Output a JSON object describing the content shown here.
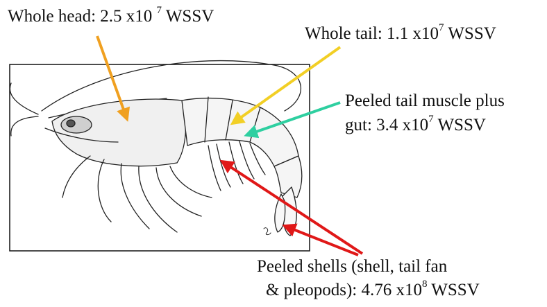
{
  "labels": {
    "whole_head": {
      "prefix": "Whole head: 2.5 x10 ",
      "exp": "7",
      "suffix": " WSSV"
    },
    "whole_tail": {
      "prefix": "Whole tail: 1.1 x10",
      "exp": "7",
      "suffix": " WSSV"
    },
    "muscle": {
      "line1": "Peeled tail muscle plus",
      "prefix": "gut:  3.4 x10",
      "exp": "7",
      "suffix": " WSSV"
    },
    "shells": {
      "line1": "Peeled shells (shell, tail fan",
      "prefix": " & pleopods): 4.76 x10",
      "exp": "8",
      "suffix": " WSSV"
    }
  },
  "arrow_colors": {
    "head": "#f0a020",
    "tail": "#f2cf25",
    "muscle": "#2ecfa0",
    "shells": "#e01818"
  }
}
